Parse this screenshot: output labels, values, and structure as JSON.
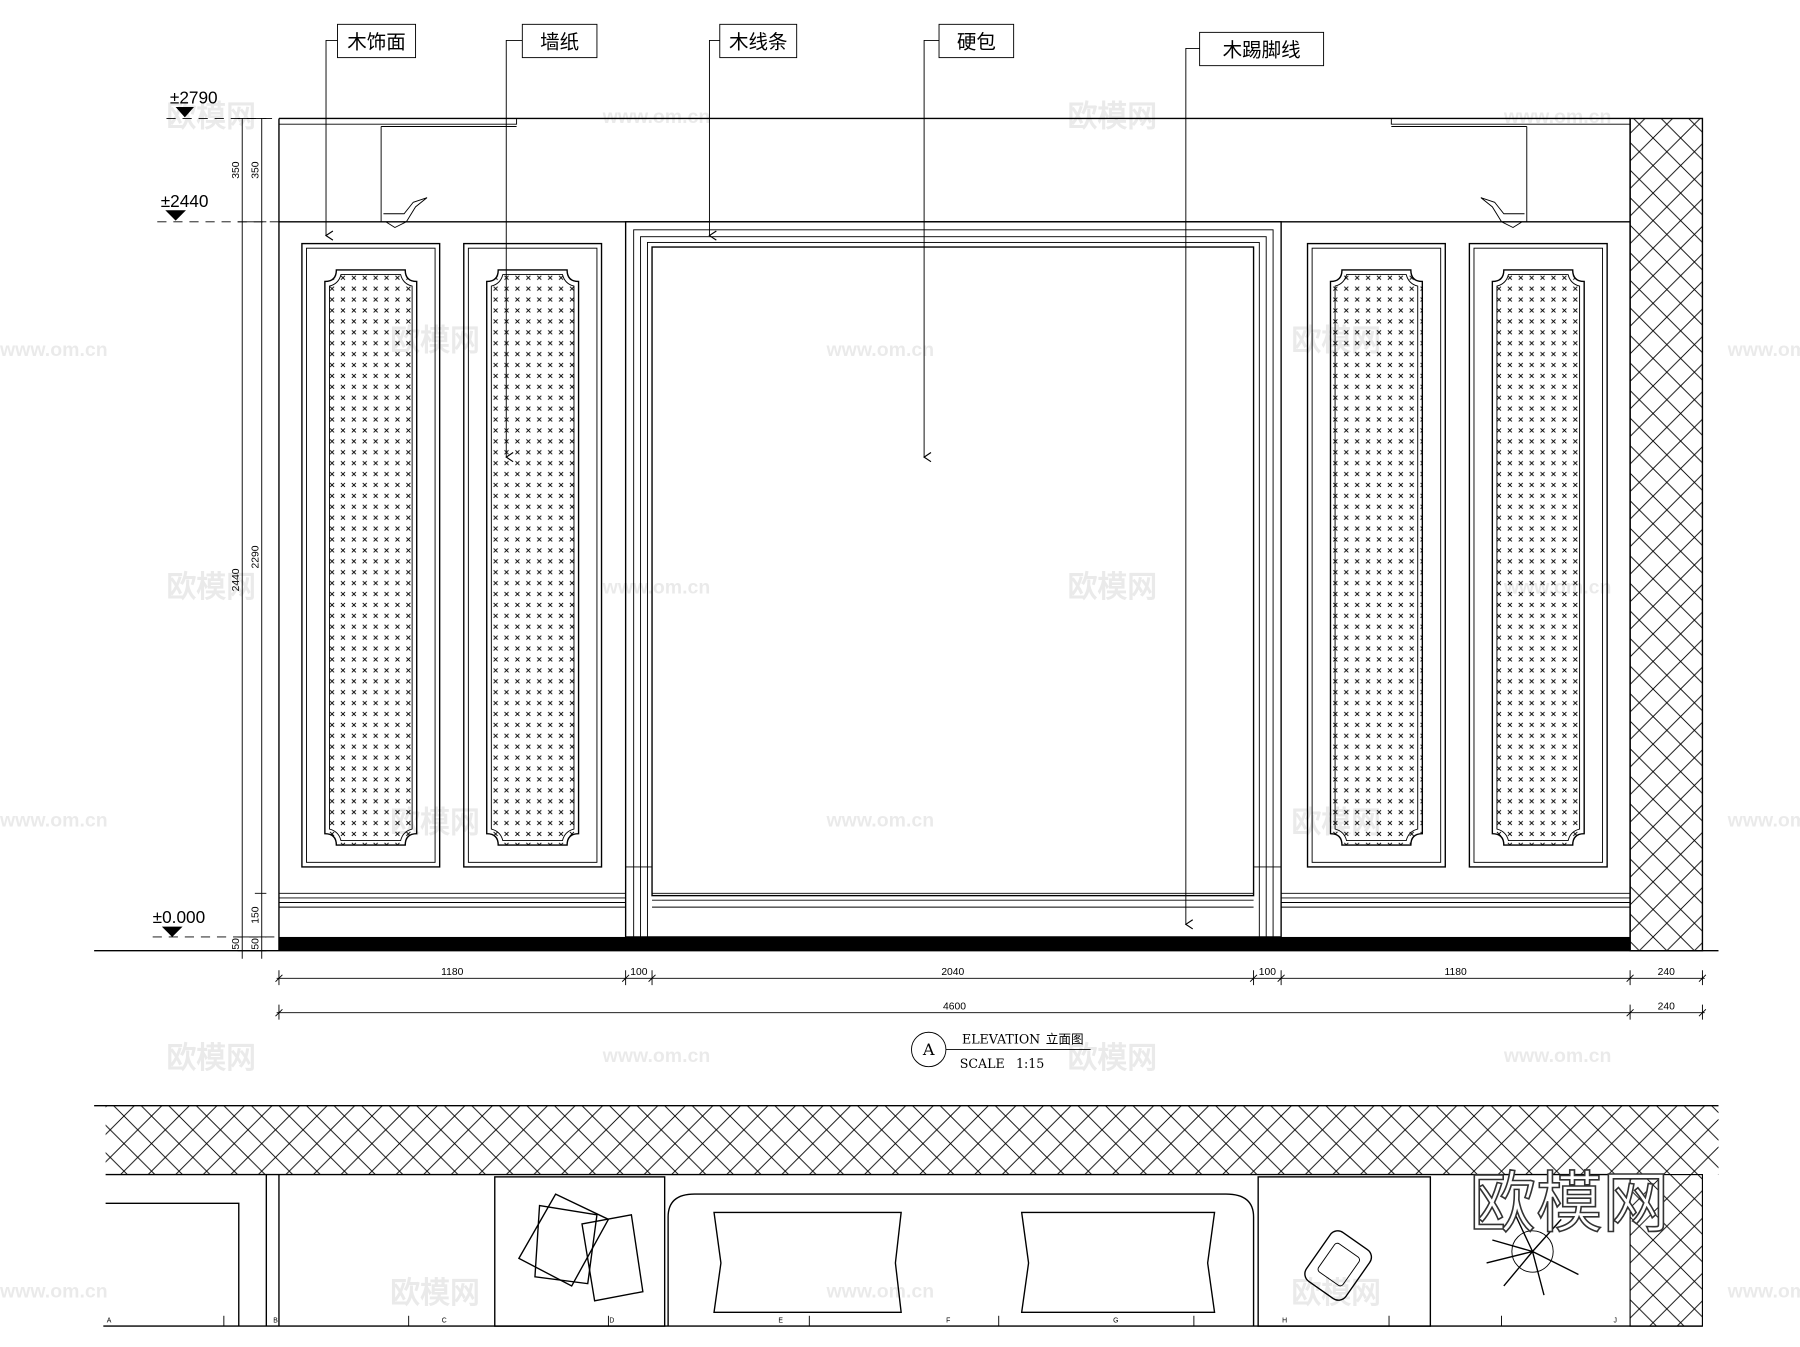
{
  "callouts": [
    {
      "id": "wood-veneer",
      "label": "木饰面"
    },
    {
      "id": "wallpaper",
      "label": "墙纸"
    },
    {
      "id": "wood-moulding",
      "label": "木线条"
    },
    {
      "id": "hard-upholstery",
      "label": "硬包"
    },
    {
      "id": "wood-skirting",
      "label": "木踢脚线"
    }
  ],
  "levels": [
    "±2790",
    "±2440",
    "±0.000"
  ],
  "vertical_dims": {
    "outer": [
      "350",
      "2440",
      "50"
    ],
    "inner": [
      "350",
      "2290",
      "150",
      "50"
    ]
  },
  "horizontal_dims": {
    "row1": [
      "1180",
      "100",
      "2040",
      "100",
      "1180",
      "240"
    ],
    "row2": [
      "4600",
      "240"
    ]
  },
  "title": {
    "marker": "A",
    "name": "ELEVATION",
    "name_cn": "立面图",
    "scale_label": "SCALE",
    "scale": "1:15"
  },
  "grid_letters": [
    "A",
    "B",
    "C",
    "D",
    "E",
    "F",
    "G",
    "H",
    "J"
  ],
  "watermark": {
    "cn": "欧模网",
    "url": "www.om.cn"
  }
}
